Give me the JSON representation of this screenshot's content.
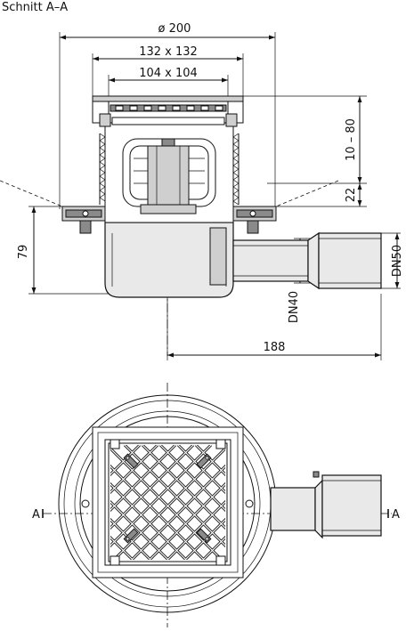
{
  "section": {
    "title": "Schnitt  A–A"
  },
  "dimensions": {
    "diameter": "ø 200",
    "grate_outer": "132 x 132",
    "grate_inner": "104 x 104",
    "adjust_range": "10 – 80",
    "flange_height": "22",
    "body_height": "79",
    "outlet_length": "188",
    "outlet_dn40": "DN40",
    "outlet_dn50": "DN50"
  },
  "plan": {
    "section_mark_left": "A",
    "section_mark_right": "A"
  }
}
